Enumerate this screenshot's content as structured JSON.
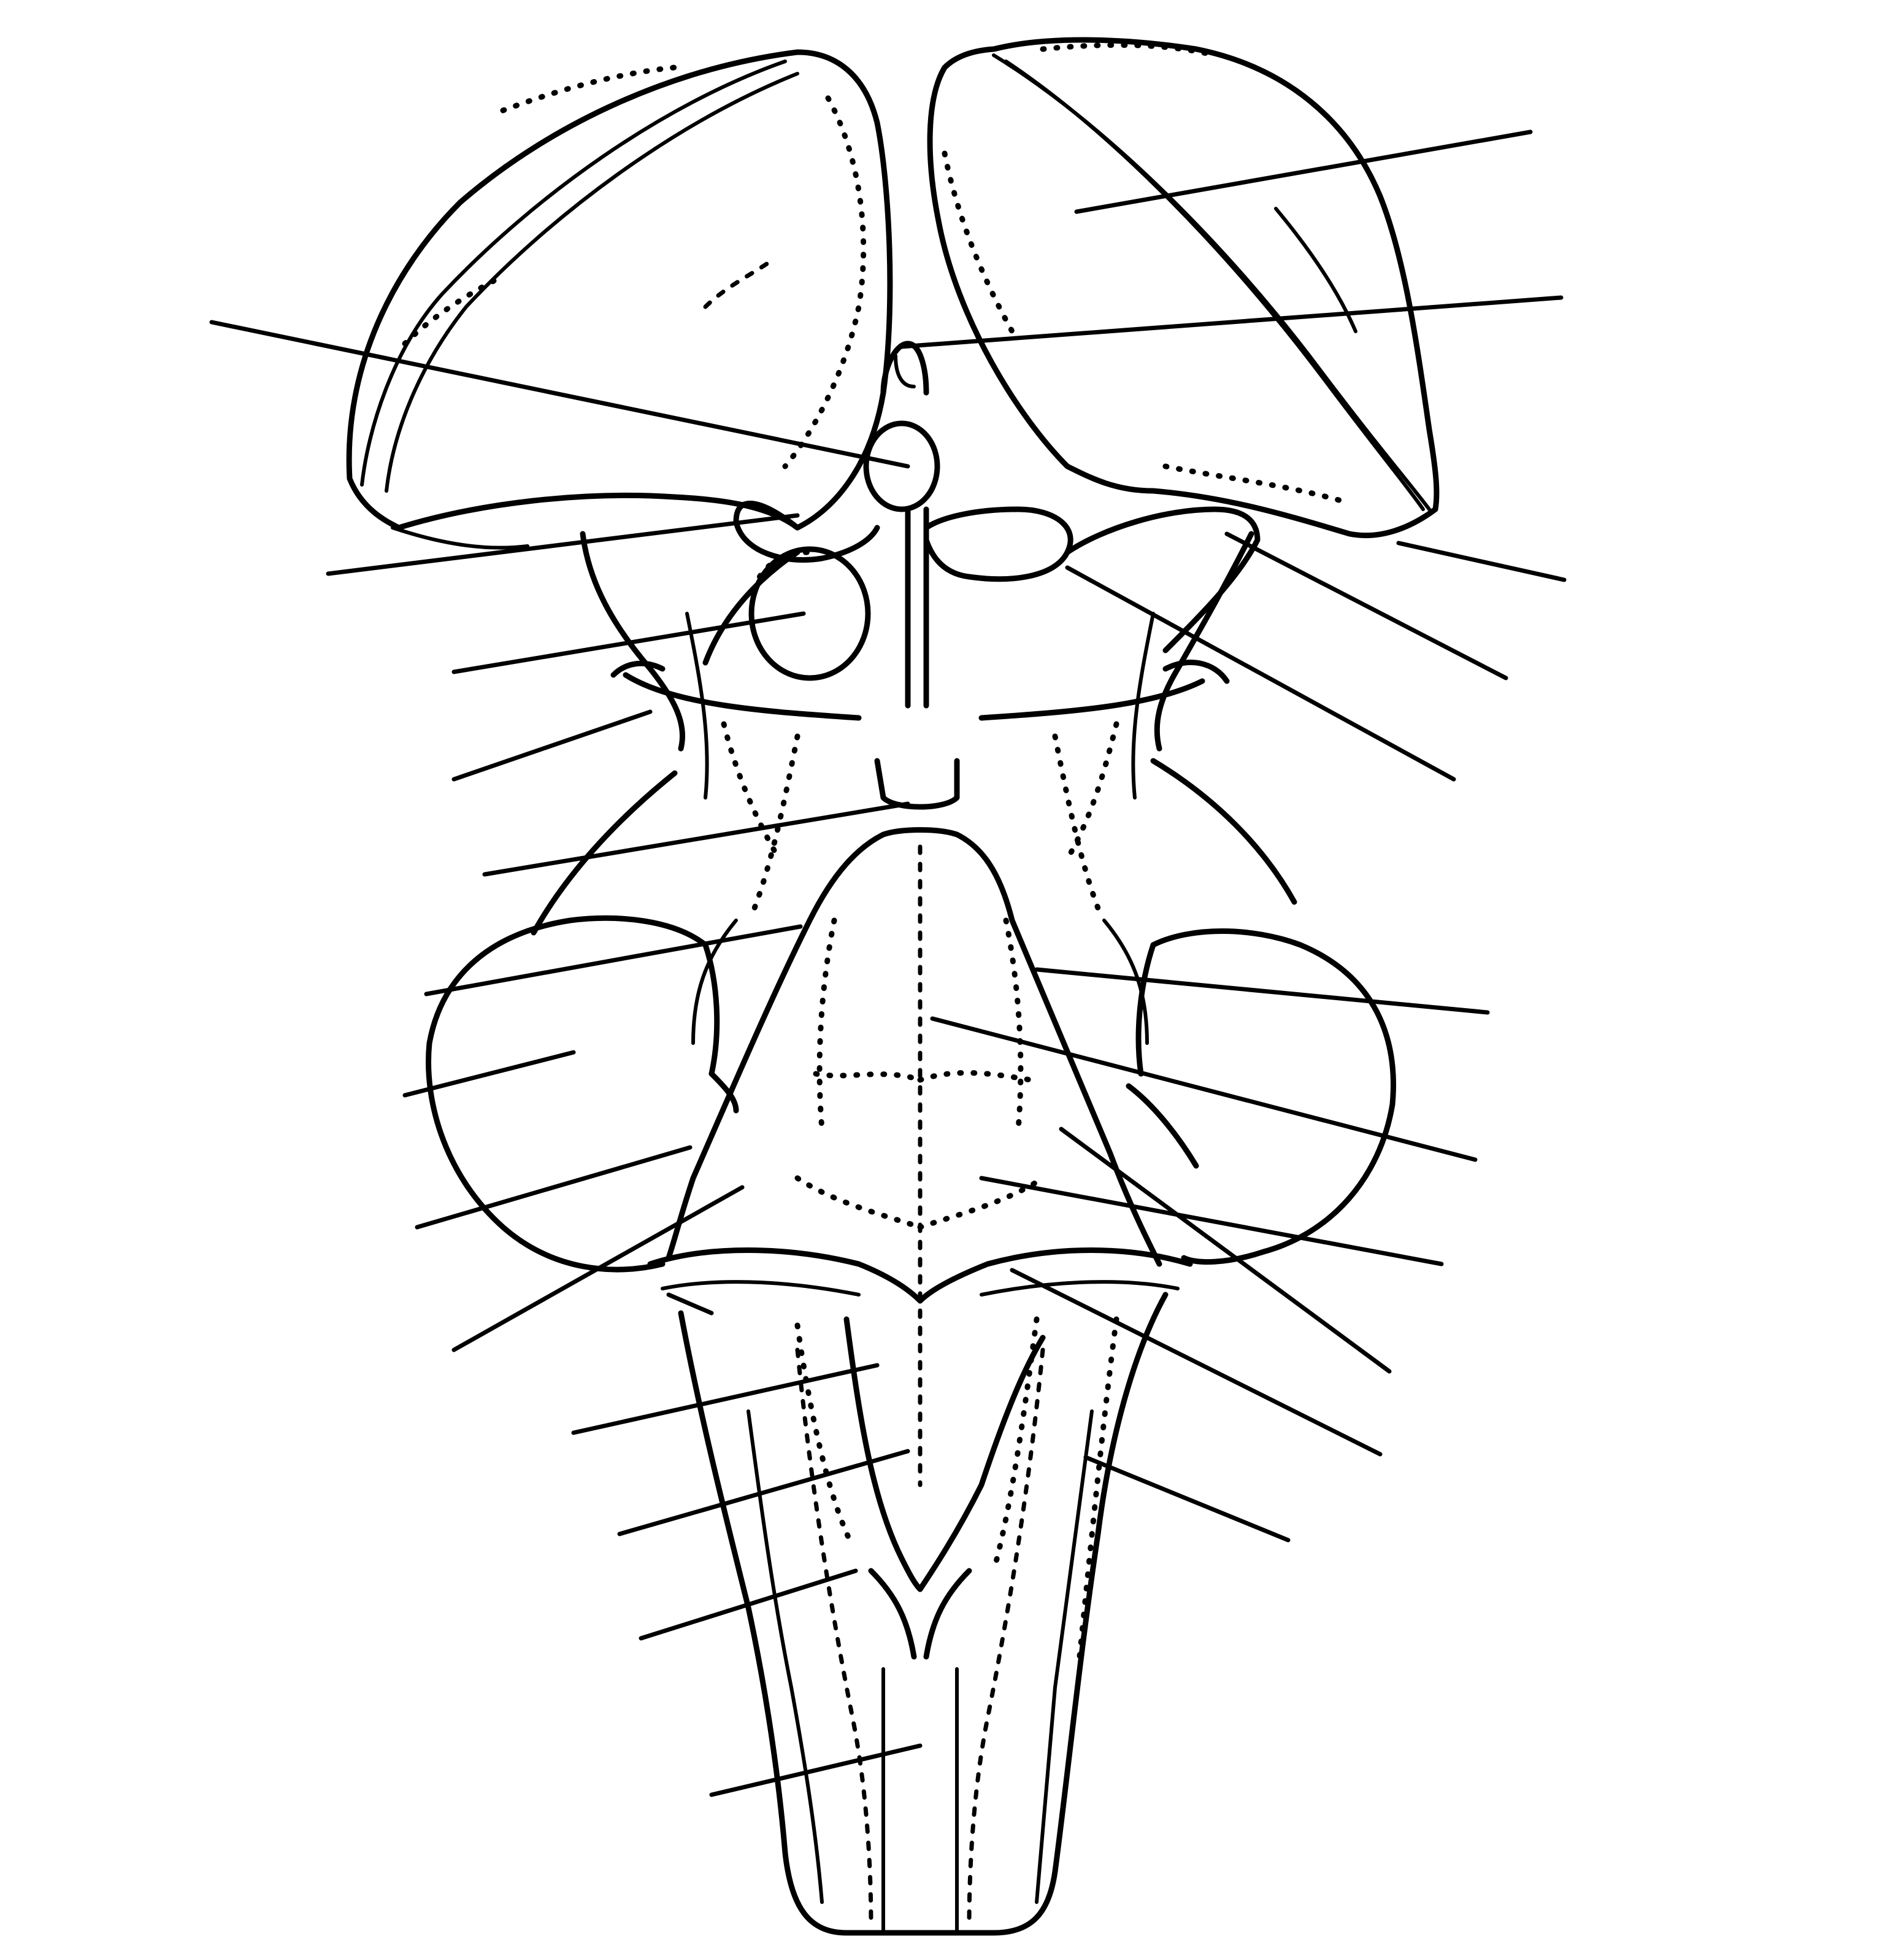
{
  "figure": {
    "type": "unlabeled anatomical diagram",
    "ink_color": "#000000",
    "background": "#ffffff"
  },
  "label_lines": [
    {
      "id": "ll-1"
    },
    {
      "id": "ll-2"
    },
    {
      "id": "ll-3"
    },
    {
      "id": "ll-4"
    },
    {
      "id": "ll-5"
    },
    {
      "id": "ll-6"
    },
    {
      "id": "ll-7"
    },
    {
      "id": "ll-8"
    },
    {
      "id": "ll-9"
    },
    {
      "id": "ll-10"
    },
    {
      "id": "ll-11"
    },
    {
      "id": "ll-12"
    },
    {
      "id": "ll-13"
    },
    {
      "id": "ll-14"
    },
    {
      "id": "ll-15"
    },
    {
      "id": "ll-16"
    },
    {
      "id": "ll-17"
    },
    {
      "id": "ll-18"
    },
    {
      "id": "ll-19"
    },
    {
      "id": "ll-20"
    },
    {
      "id": "ll-21"
    },
    {
      "id": "ll-22"
    },
    {
      "id": "ll-23"
    },
    {
      "id": "ll-24"
    },
    {
      "id": "ll-25"
    },
    {
      "id": "ll-26"
    }
  ]
}
